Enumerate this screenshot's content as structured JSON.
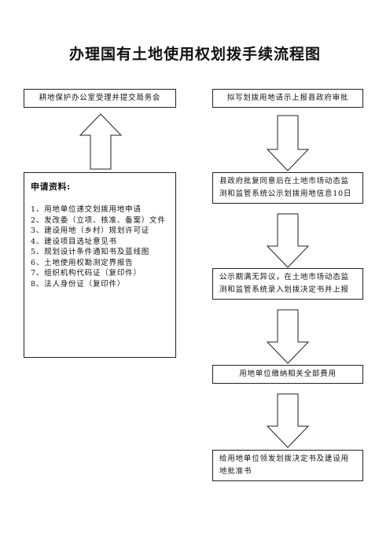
{
  "title": "办理国有土地使用权划拨手续流程图",
  "steps": {
    "b1": "耕地保护办公室受理并提交局务会",
    "b2": "拟写划拨用地请示上报县政府审批",
    "b3": "县政府批复同意后在土地市场动态监测和监管系统公示划拨用地信息10日",
    "b4": "公示期满无异议，在土地市场动态监测和监管系统录入划拨决定书并上报",
    "b5": "用地单位缴纳相关全部费用",
    "b6": "给用地单位领发划拨决定书及建设用地批准书"
  },
  "requirements": {
    "title": "申请资料:",
    "items": [
      "1、用地单位递交划拨用地申请",
      "2、发改委（立项、核准、备案）文件",
      "3、建设用地（乡村）规划许可证",
      "4、建设项目选址意见书",
      "5、规划设计条件通知书及蓝线图",
      "6、土地使用权勘测定界报告",
      "7、组织机构代码证（复印件）",
      "8、法人身份证（复印件）"
    ]
  }
}
